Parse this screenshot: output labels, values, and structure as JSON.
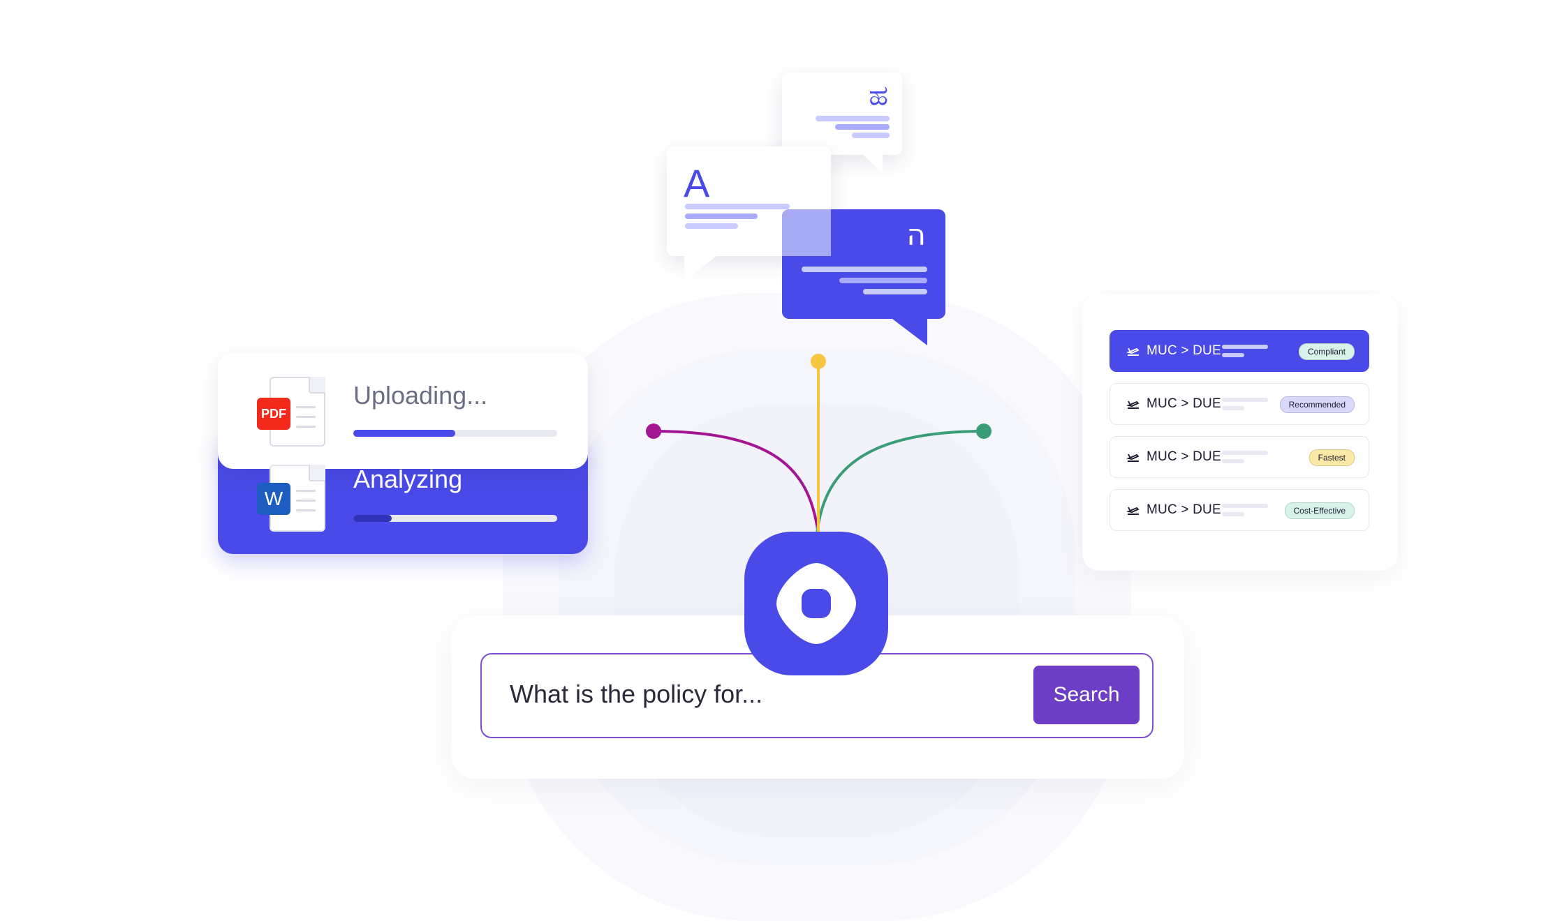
{
  "colors": {
    "accent": "#4a4ae8",
    "search_button": "#6c3ec5",
    "search_border": "#7b4fd1",
    "pdf_badge": "#f32a1b",
    "word_badge": "#1b5ebf",
    "connector_magenta": "#a31593",
    "connector_yellow": "#f7c641",
    "connector_green": "#3a9d78"
  },
  "chat_bubbles": {
    "latin_glyph": "A",
    "script_glyph": "ಹ",
    "hebrew_glyph": "ה"
  },
  "files": {
    "pdf_badge": "PDF",
    "word_badge": "W",
    "uploading_label": "Uploading...",
    "uploading_progress": 0.5,
    "analyzing_label": "Analyzing",
    "analyzing_progress": 0.19
  },
  "routes": [
    {
      "label": "MUC > DUE",
      "tag": "Compliant",
      "tag_color": "#d8f2ea",
      "icon": "plane-takeoff-icon",
      "active": true
    },
    {
      "label": "MUC > DUE",
      "tag": "Recommended",
      "tag_color": "#d9d9fb",
      "icon": "plane-takeoff-icon",
      "active": false
    },
    {
      "label": "MUC > DUE",
      "tag": "Fastest",
      "tag_color": "#fbe9a6",
      "icon": "plane-takeoff-icon",
      "active": false
    },
    {
      "label": "MUC > DUE",
      "tag": "Cost-Effective",
      "tag_color": "#d8f2ea",
      "icon": "plane-takeoff-icon",
      "active": false
    }
  ],
  "search": {
    "placeholder": "What is the policy for...",
    "button_label": "Search"
  }
}
